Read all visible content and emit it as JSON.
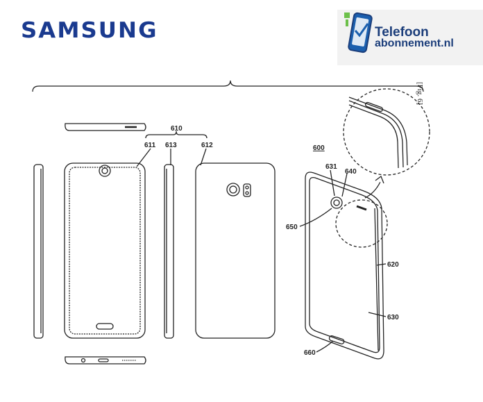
{
  "brand": {
    "name": "SAMSUNG",
    "color": "#1a3a8f"
  },
  "telefoon_logo": {
    "line1": "Telefoon",
    "line2": "abonnement.nl",
    "color": "#1b3d7a",
    "icon": "phone-check-icon"
  },
  "figure": {
    "label": "[Fig. 6]"
  },
  "refs": {
    "r610": "610",
    "r611": "611",
    "r613": "613",
    "r612": "612",
    "r600": "600",
    "r631": "631",
    "r640": "640",
    "r650": "650",
    "r620": "620",
    "r630": "630",
    "r660": "660"
  }
}
